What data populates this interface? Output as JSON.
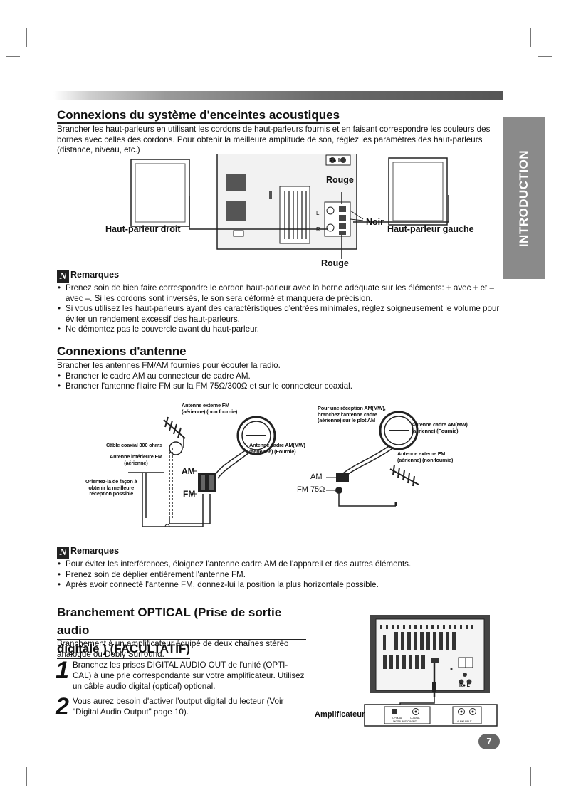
{
  "sidebar_tab": "INTRODUCTION",
  "page_number": "7",
  "speakers": {
    "heading": "Connexions du système d'enceintes acoustiques",
    "intro": "Brancher les haut-parleurs en utilisant les cordons de haut-parleurs fournis et en faisant correspondre les couleurs des bornes avec celles des cordons. Pour obtenir la meilleure amplitude de son, réglez les paramètres des haut-parleurs (distance, niveau, etc.)",
    "diagram": {
      "rl": "R● L",
      "rouge_top": "Rouge",
      "rouge_bottom": "Rouge",
      "noir": "Noir",
      "left_speaker": "Haut-parleur droit",
      "right_speaker": "Haut-parleur gauche",
      "l_mark": "L",
      "r_mark": "R"
    },
    "notes_title": "Remarques",
    "notes": [
      "Prenez soin de bien faire correspondre le cordon haut-parleur avec la borne adéquate sur les éléments: + avec + et – avec –. Si les cordons sont inversés, le son sera déformé et manquera de précision.",
      "Si vous utilisez les haut-parleurs ayant des caractéristiques d'entrées minimales, réglez soigneusement le volume pour éviter un rendement excessif des haut-parleurs.",
      "Ne démontez pas le couvercle avant du haut-parleur."
    ]
  },
  "antenna": {
    "heading": "Connexions d'antenne",
    "intro": "Brancher les antennes FM/AM fournies pour écouter la radio.",
    "bullets": [
      "Brancher le cadre AM au connecteur de cadre AM.",
      "Brancher l'antenne filaire FM sur la FM 75Ω/300Ω et sur le connecteur coaxial."
    ],
    "diagram_left": {
      "fm_external": "Antenne externe FM\n(aérienne) (non fournie)",
      "coax": "Câble coaxial 300 ohms",
      "fm_internal": "Antenne intérieure FM\n(aérienne)",
      "am_loop": "Antenne cadre AM(MW)\n(aérienne) (Fournie)",
      "orient": "Orientez-la de façon à\nobtenir la meilleure\nréception possible",
      "am": "AM",
      "fm": "FM"
    },
    "diagram_right": {
      "am_reception": "Pour une réception AM(MW),\nbranchez l'antenne cadre\n(aérienne) sur le plot AM",
      "am_loop": "Antenne cadre AM(MW)\n(aérienne) (Fournie)",
      "fm_external": "Antenne externe FM\n(aérienne) (non fournie)",
      "am": "AM",
      "fm75": "FM 75Ω"
    },
    "notes_title": "Remarques",
    "notes": [
      "Pour éviter les interférences, éloignez l'antenne cadre AM de l'appareil et des autres éléments.",
      "Prenez soin de déplier entièrement l'antenne FM.",
      "Après avoir connecté l'antenne FM, donnez-lui la position la plus horizontale possible."
    ]
  },
  "optical": {
    "heading_line1": "Branchement OPTICAL (Prise de sortie audio",
    "heading_line2": "digitale ) (FACULTATIF)",
    "intro": "Branchement à un amplificateur équipé de deux chaînes stéréo analogue ou Dobly Surround.",
    "step1_num": "1",
    "step1": "Branchez les prises DIGITAL AUDIO OUT de l'unité (OPTI-CAL) à une prie correspondante sur votre amplificateur. Utilisez un câble audio digital (optical) optional.",
    "step2_num": "2",
    "step2": "Vous aurez besoin d'activer l'output digital du lecteur (Voir \"Digital Audio Output\" page 10).",
    "diagram": {
      "amp_label": "Amplificateur",
      "rl": "R● L",
      "optical": "OPTICAL",
      "coaxial": "COAXIAL",
      "digital_audio_input": "DIGITAL AUDIO INPUT",
      "audio_input": "AUDIO INPUT"
    }
  }
}
